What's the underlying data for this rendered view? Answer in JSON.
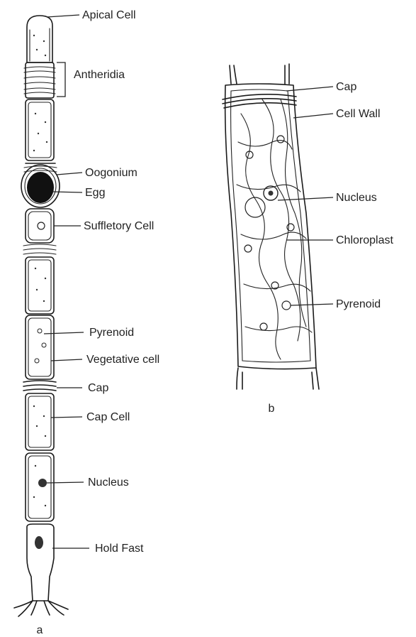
{
  "figure_a": {
    "caption": "a",
    "labels": {
      "apical_cell": "Apical Cell",
      "antheridia": "Antheridia",
      "oogonium": "Oogonium",
      "egg": "Egg",
      "suffletory_cell": "Suffletory Cell",
      "pyrenoid": "Pyrenoid",
      "vegetative_cell": "Vegetative cell",
      "cap": "Cap",
      "cap_cell": "Cap Cell",
      "nucleus": "Nucleus",
      "hold_fast": "Hold Fast"
    }
  },
  "figure_b": {
    "caption": "b",
    "labels": {
      "cap": "Cap",
      "cell_wall": "Cell Wall",
      "nucleus": "Nucleus",
      "chloroplast": "Chloroplast",
      "pyrenoid": "Pyrenoid"
    }
  }
}
